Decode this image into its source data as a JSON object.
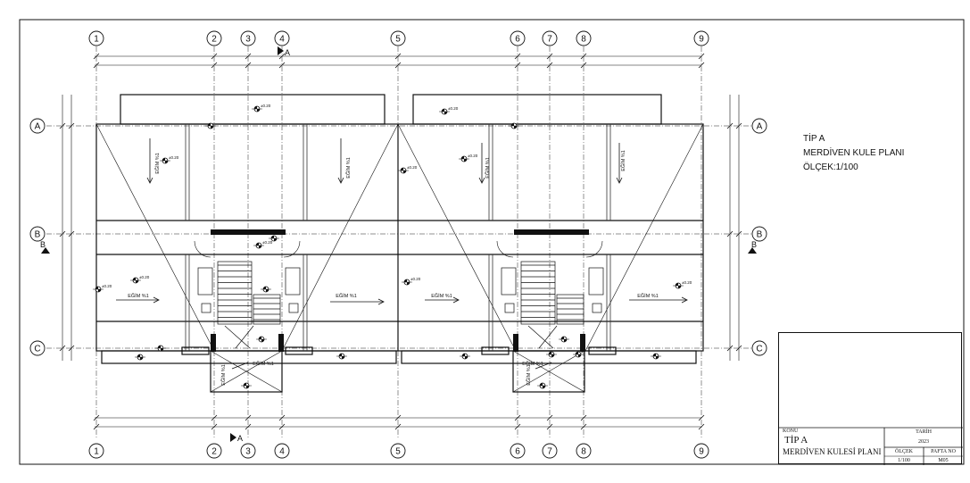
{
  "grid": {
    "columns": [
      "1",
      "2",
      "3",
      "4",
      "5",
      "6",
      "7",
      "8",
      "9"
    ],
    "rows": [
      "A",
      "B",
      "C"
    ]
  },
  "section_marker": "A",
  "section_marker_side": "B",
  "annotations": {
    "slope": "EĞİM %1",
    "level": "±0.20"
  },
  "sheet_title": {
    "line1": "TİP A",
    "line2": "MERDİVEN KULE PLANI",
    "line3": "ÖLÇEK:1/100"
  },
  "title_block": {
    "konu_label": "KONU",
    "konu_line1": "TİP A",
    "konu_line2": "MERDİVEN KULESİ PLANI",
    "tarih_label": "TARİH",
    "tarih_value": "2023",
    "olcek_label": "ÖLÇEK",
    "olcek_value": "1/100",
    "pafta_label": "PAFTA NO",
    "pafta_value": "M05"
  },
  "colors": {
    "line": "#111111",
    "light": "#9a9a9a"
  }
}
